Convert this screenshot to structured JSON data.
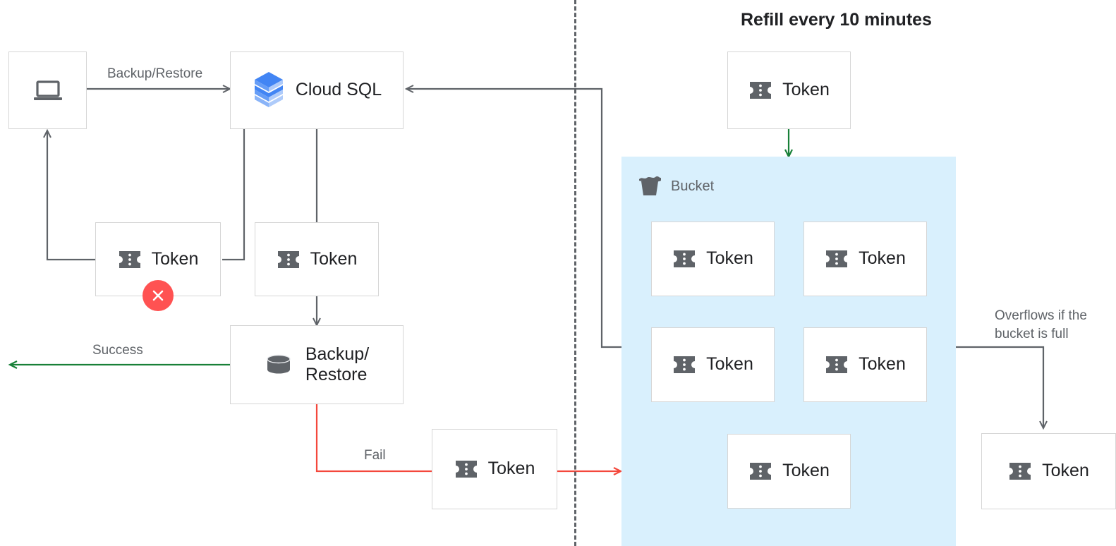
{
  "diagram": {
    "title": "Refill every 10 minutes",
    "divider": {
      "name": "client-server-boundary"
    }
  },
  "colors": {
    "bucket_fill": "#d9f0fd",
    "success_green": "#188038",
    "fail_red": "#f4483c",
    "error_badge": "#ff5252",
    "wire_gray": "#5f6368",
    "box_border": "#d6d6d6",
    "text_dark": "#202124",
    "text_muted": "#5f6368",
    "cloudsql_blue": "#4285f4",
    "cloudsql_blue_light": "#aecbfa"
  },
  "nodes": {
    "client": {
      "label": "",
      "icon": "laptop-icon"
    },
    "cloudsql": {
      "label": "Cloud SQL",
      "icon": "cloud-sql-icon"
    },
    "token_client": {
      "label": "Token",
      "icon": "token-icon",
      "badge": "error-x-icon"
    },
    "token_server": {
      "label": "Token",
      "icon": "token-icon"
    },
    "backup_restore": {
      "label": "Backup/\nRestore",
      "icon": "database-icon"
    },
    "token_fail": {
      "label": "Token",
      "icon": "token-icon"
    },
    "token_refill": {
      "label": "Token",
      "icon": "token-icon"
    },
    "token_overflow": {
      "label": "Token",
      "icon": "token-icon"
    }
  },
  "bucket": {
    "title": "Bucket",
    "icon": "bucket-icon",
    "tokens": [
      {
        "label": "Token",
        "icon": "token-icon"
      },
      {
        "label": "Token",
        "icon": "token-icon"
      },
      {
        "label": "Token",
        "icon": "token-icon"
      },
      {
        "label": "Token",
        "icon": "token-icon"
      },
      {
        "label": "Token",
        "icon": "token-icon"
      }
    ]
  },
  "edges": {
    "backup_restore_label": "Backup/Restore",
    "success_label": "Success",
    "fail_label": "Fail",
    "overflow_label": "Overflows if the\nbucket is full"
  }
}
